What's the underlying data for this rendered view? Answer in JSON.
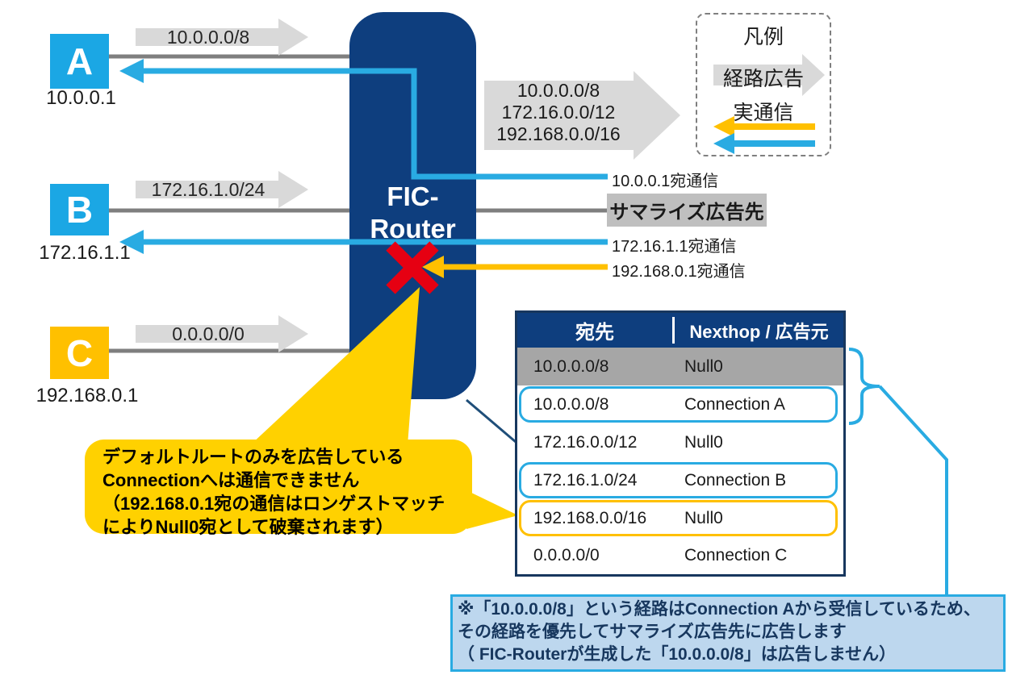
{
  "colors": {
    "navy": "#0E3E7E",
    "navy_dark": "#17375E",
    "accent_blue": "#29ABE2",
    "accent_yellow": "#FFC000",
    "callout_yellow": "#FFD100",
    "arrow_gray": "#D9D9D9",
    "line_gray": "#7F7F7F",
    "summarize_box_gray": "#BFBFBF",
    "table_row_gray": "#A6A6A6",
    "note_bg": "#BDD7EE",
    "red_x": "#E60012"
  },
  "nodes": {
    "a": {
      "label": "A",
      "ip": "10.0.0.1",
      "route": "10.0.0.0/8"
    },
    "b": {
      "label": "B",
      "ip": "172.16.1.1",
      "route": "172.16.1.0/24"
    },
    "c": {
      "label": "C",
      "ip": "192.168.0.1",
      "route": "0.0.0.0/0"
    }
  },
  "router": {
    "line1": "FIC-",
    "line2": "Router"
  },
  "summary_arrow": {
    "line1": "10.0.0.0/8",
    "line2": "172.16.0.0/12",
    "line3": "192.168.0.0/16"
  },
  "labels": {
    "summarize_target": "サマライズ広告先",
    "traffic_to_a": "10.0.0.1宛通信",
    "traffic_to_b": "172.16.1.1宛通信",
    "traffic_to_c": "192.168.0.1宛通信"
  },
  "legend": {
    "title": "凡例",
    "route_ad": "経路広告",
    "actual": "実通信"
  },
  "table": {
    "header": {
      "dest": "宛先",
      "nexthop": "Nexthop / 広告元"
    },
    "rows": [
      {
        "dest": "10.0.0.0/8",
        "nexthop": "Null0",
        "style": "gray"
      },
      {
        "dest": "10.0.0.0/8",
        "nexthop": "Connection A",
        "style": "blue-border"
      },
      {
        "dest": "172.16.0.0/12",
        "nexthop": "Null0",
        "style": "plain"
      },
      {
        "dest": "172.16.1.0/24",
        "nexthop": "Connection B",
        "style": "blue-border"
      },
      {
        "dest": "192.168.0.0/16",
        "nexthop": "Null0",
        "style": "orange-border"
      },
      {
        "dest": "0.0.0.0/0",
        "nexthop": "Connection C",
        "style": "plain"
      }
    ]
  },
  "callout": {
    "line1": "デフォルトルートのみを広告している",
    "line2": "Connectionへは通信できません",
    "line3": "（192.168.0.1宛の通信はロンゲストマッチ",
    "line4": "によりNull0宛として破棄されます）"
  },
  "note": {
    "line1": "※「10.0.0.0/8」という経路はConnection Aから受信しているため、",
    "line2": "その経路を優先してサマライズ広告先に広告します",
    "line3": "（ FIC-Routerが生成した「10.0.0.0/8」は広告しません）"
  }
}
